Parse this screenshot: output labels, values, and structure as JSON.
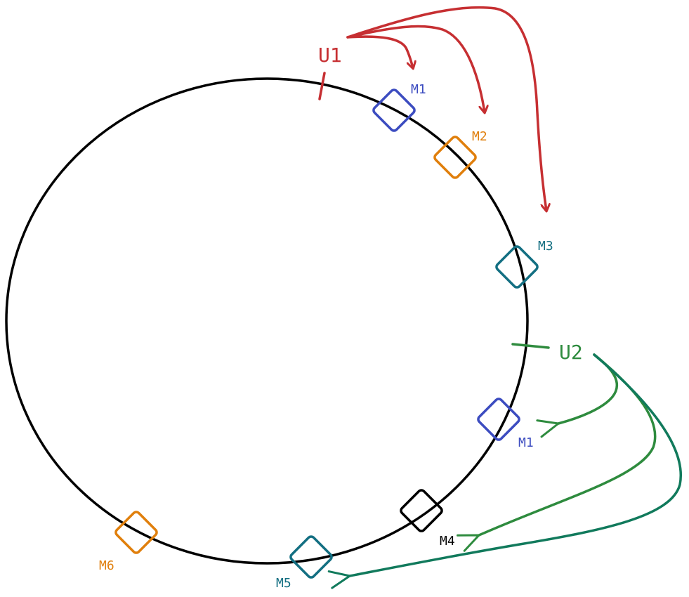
{
  "colors": {
    "ring": "#000000",
    "u1": "#c62f32",
    "u2_light": "#2e8b3e",
    "u2_dark": "#117a5c",
    "blue": "#3c4cc0",
    "orange": "#e07f0c",
    "teal": "#136f82",
    "black": "#000000"
  },
  "users": {
    "u1": {
      "label": "U1",
      "color": "#c62f32"
    },
    "u2": {
      "label": "U2",
      "color": "#2e8b3e"
    }
  },
  "nodes": [
    {
      "id": "m1_top",
      "label": "M1",
      "color": "#3c4cc0"
    },
    {
      "id": "m2",
      "label": "M2",
      "color": "#e07f0c"
    },
    {
      "id": "m3",
      "label": "M3",
      "color": "#136f82"
    },
    {
      "id": "m1_bottom",
      "label": "M1",
      "color": "#3c4cc0"
    },
    {
      "id": "m4",
      "label": "M4",
      "color": "#000000"
    },
    {
      "id": "m5",
      "label": "M5",
      "color": "#136f82"
    },
    {
      "id": "m6",
      "label": "M6",
      "color": "#e07f0c"
    }
  ]
}
